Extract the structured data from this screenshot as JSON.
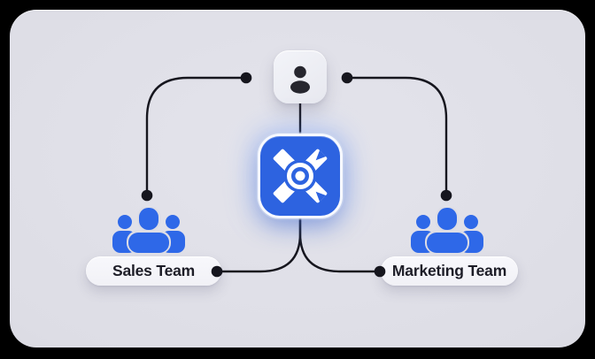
{
  "diagram": {
    "user_node": {
      "icon": "person-icon"
    },
    "platform_node": {
      "icon": "brand-x-target-logo"
    },
    "teams": [
      {
        "label": "Sales Team",
        "icon": "team-group-icon"
      },
      {
        "label": "Marketing Team",
        "icon": "team-group-icon"
      }
    ]
  },
  "colors": {
    "frame": "#000000",
    "panel_bg": "#dddde5",
    "accent_blue": "#2d63e0",
    "team_icon_blue": "#2e68e8",
    "connector": "#16161e",
    "dark_icon": "#26262e",
    "pill_bg": "#f5f5f9",
    "label_text": "#1d1d27",
    "logo_white": "#ffffff"
  }
}
